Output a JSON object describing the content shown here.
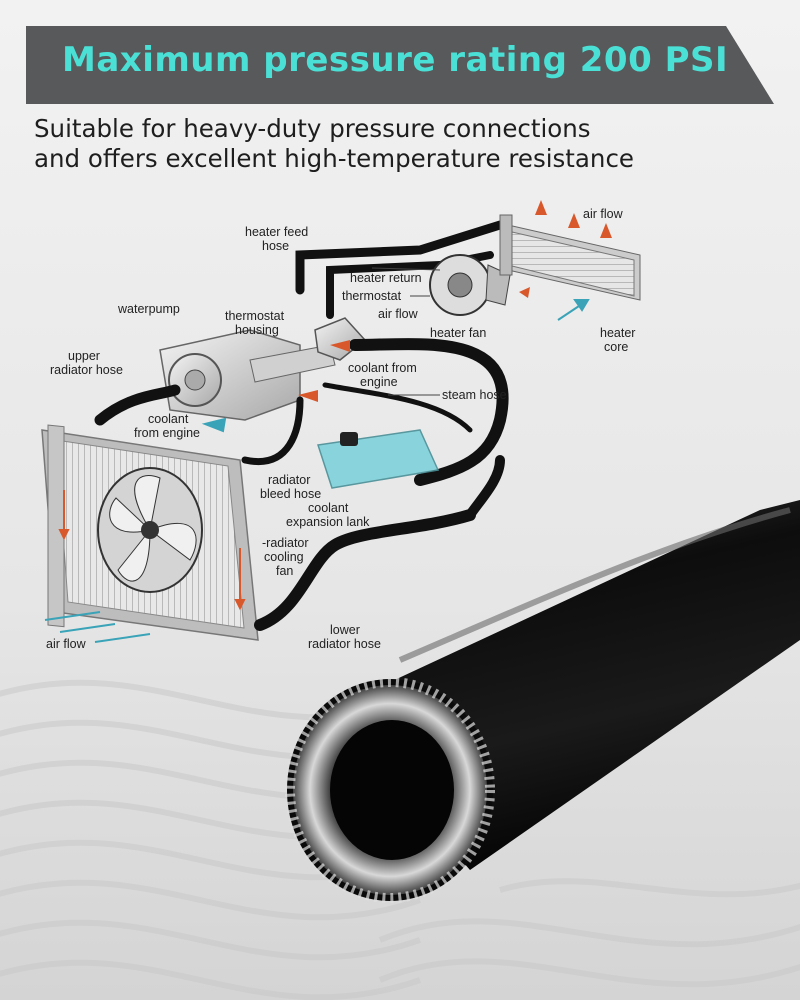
{
  "colors": {
    "banner_bg": "#58595b",
    "banner_text": "#4be0d6",
    "coolant": "#7fd2db",
    "arrow_hot": "#d9582b",
    "arrow_cool": "#3aa3b8",
    "hose": "#111111"
  },
  "banner": {
    "title": "Maximum pressure rating 200 PSI"
  },
  "subtitle": {
    "line1": "Suitable for heavy-duty pressure connections",
    "line2": "and offers excellent high-temperature resistance"
  },
  "diagram": {
    "labels": {
      "heater_feed_hose_1": "heater feed",
      "heater_feed_hose_2": "hose",
      "air_flow_top": "air flow",
      "heater_return": "heater return",
      "thermostat": "thermostat",
      "air_flow_mid": "air flow",
      "heater_fan": "heater fan",
      "heater_core_1": "heater",
      "heater_core_2": "core",
      "waterpump": "waterpump",
      "thermostat_housing_1": "thermostat",
      "thermostat_housing_2": "housing",
      "upper_radiator_hose_1": "upper",
      "upper_radiator_hose_2": "radiator hose",
      "coolant_from_engine_right_1": "coolant from",
      "coolant_from_engine_right_2": "engine",
      "steam_hose": "steam hose",
      "coolant_from_engine_left_1": "coolant",
      "coolant_from_engine_left_2": "from engine",
      "radiator_bleed_hose_1": "radiator",
      "radiator_bleed_hose_2": "bleed hose",
      "coolant_expansion_tank_1": "coolant",
      "coolant_expansion_tank_2": "expansion lank",
      "radiator_cooling_fan_1": "-radiator",
      "radiator_cooling_fan_2": "cooling",
      "radiator_cooling_fan_3": "fan",
      "air_flow_bottom": "air flow",
      "lower_radiator_hose_1": "lower",
      "lower_radiator_hose_2": "radiator hose"
    }
  },
  "product": {
    "icon": "silicone-hose-icon"
  }
}
